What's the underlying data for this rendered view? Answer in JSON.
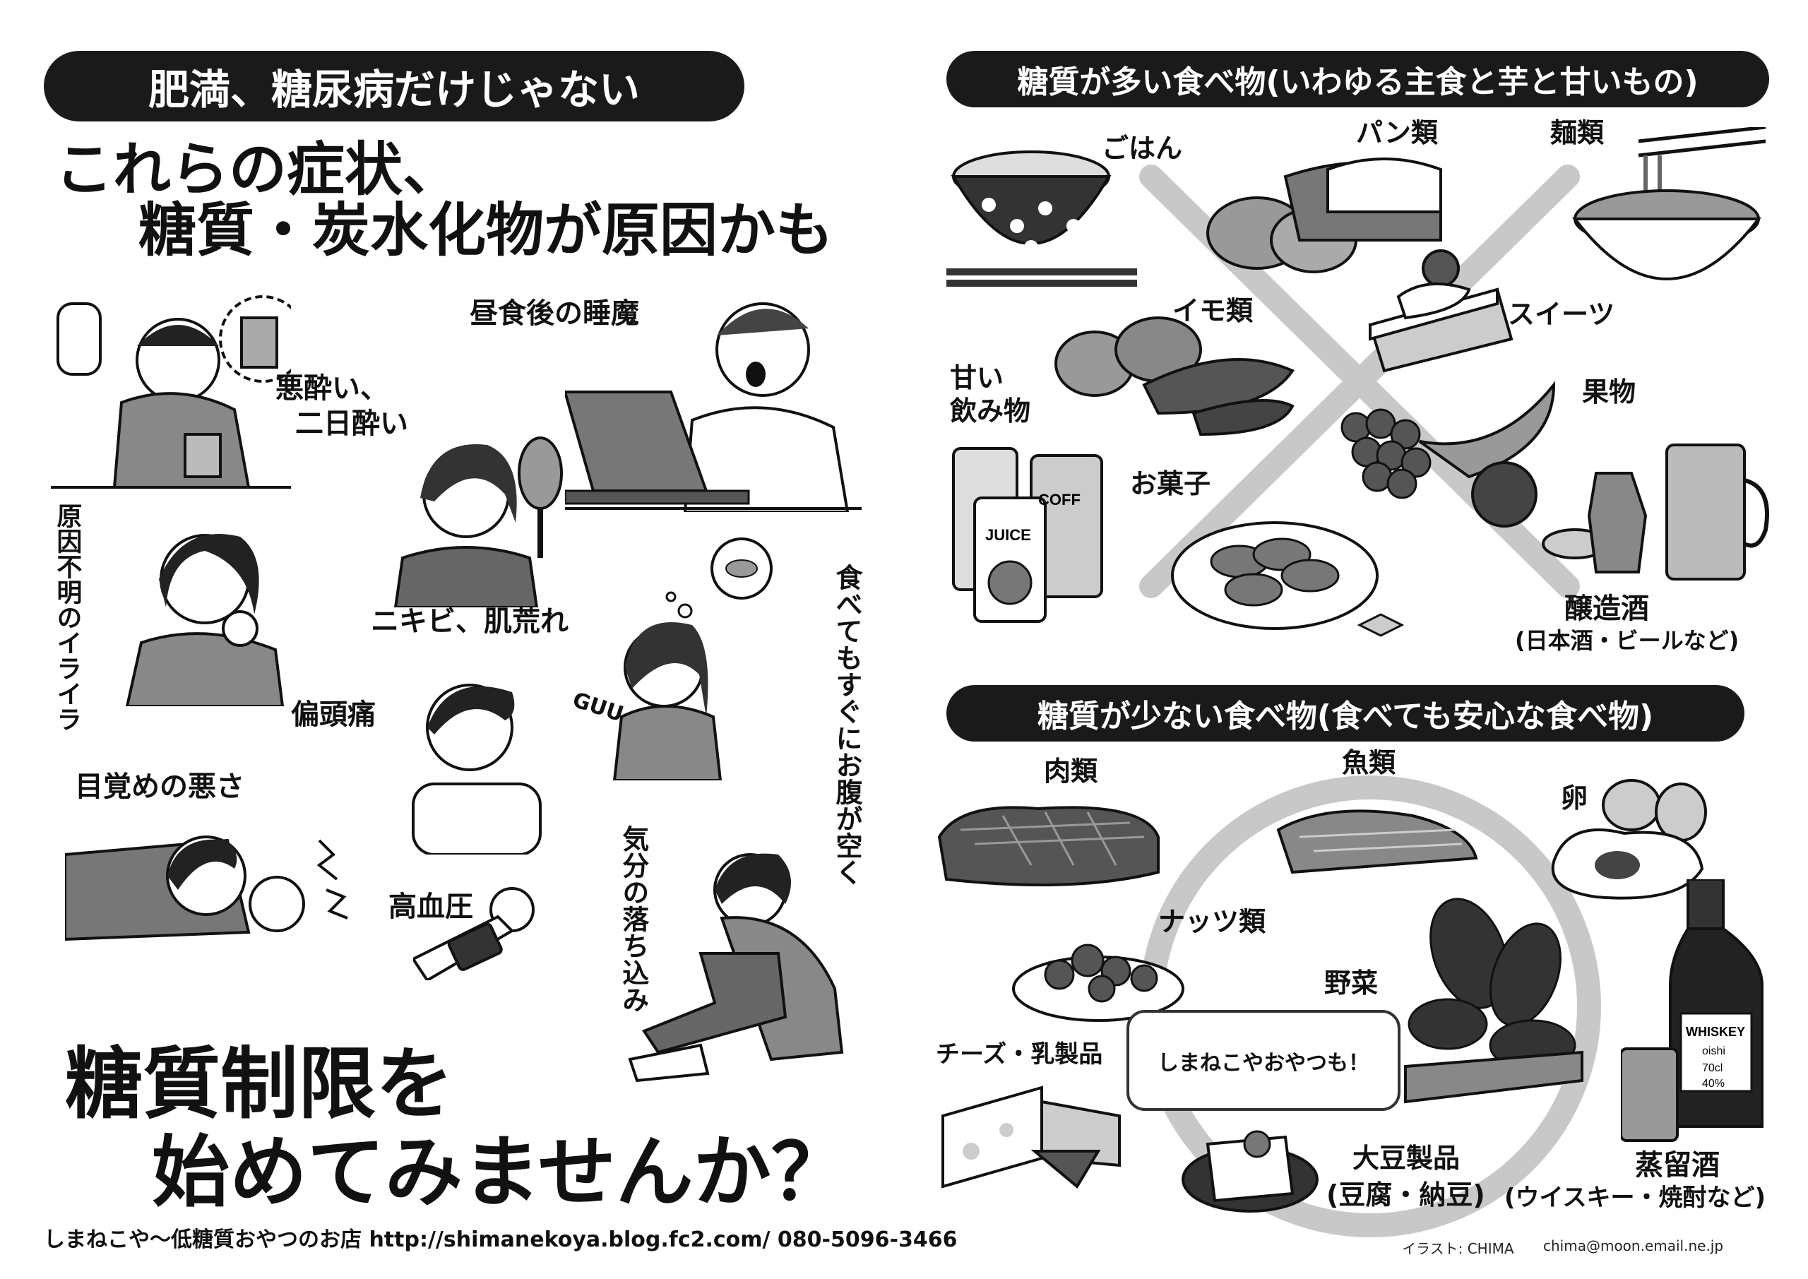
{
  "left": {
    "banner": "肥満、糖尿病だけじゃない",
    "heading_line1": "これらの症状、",
    "heading_line2": "糖質・炭水化物が原因かも",
    "symptoms": {
      "hangover_line1": "悪酔い、",
      "hangover_line2": "二日酔い",
      "drowsy": "昼食後の睡魔",
      "irritation": "原因不明のイライラ",
      "acne": "ニキビ、肌荒れ",
      "hungry": "食べてもすぐにお腹が空く",
      "hungry_sound": "GUU",
      "headache": "偏頭痛",
      "wakeup": "目覚めの悪さ",
      "blood_pressure": "高血圧",
      "depression": "気分の落ち込み"
    },
    "cta_line1": "糖質制限を",
    "cta_line2": "始めてみませんか？",
    "footer": "しまねこや〜低糖質おやつのお店  http://shimanekoya.blog.fc2.com/  080-5096-3466"
  },
  "right": {
    "high_banner": "糖質が多い食べ物(いわゆる主食と芋と甘いもの)",
    "high_foods": {
      "rice": "ごはん",
      "bread": "パン類",
      "noodles": "麺類",
      "potato": "イモ類",
      "sweets": "スイーツ",
      "drinks_line1": "甘い",
      "drinks_line2": "飲み物",
      "fruit": "果物",
      "snacks": "お菓子",
      "brewed": "醸造酒",
      "brewed_note": "(日本酒・ビールなど)",
      "can_juice": "JUICE",
      "can_coffee": "COFF"
    },
    "low_banner": "糖質が少ない食べ物(食べても安心な食べ物)",
    "low_foods": {
      "meat": "肉類",
      "fish": "魚類",
      "egg": "卵",
      "nuts": "ナッツ類",
      "vegetables": "野菜",
      "dairy": "チーズ・乳製品",
      "soy_line1": "大豆製品",
      "soy_line2": "(豆腐・納豆)",
      "distilled": "蒸留酒",
      "distilled_note": "(ウイスキー・焼酎など)",
      "whiskey_label": "WHISKEY",
      "whiskey_sub": "oishi",
      "whiskey_vol": "70cl",
      "whiskey_abv": "40%"
    },
    "note": "しまねこやおやつも！",
    "credit_illust": "イラスト:  CHIMA",
    "credit_email": "chima@moon.email.ne.jp"
  },
  "colors": {
    "banner_bg": "#1a1a1a",
    "banner_fg": "#ffffff",
    "cross": "#c8c8c8",
    "ring": "#c8c8c8"
  }
}
